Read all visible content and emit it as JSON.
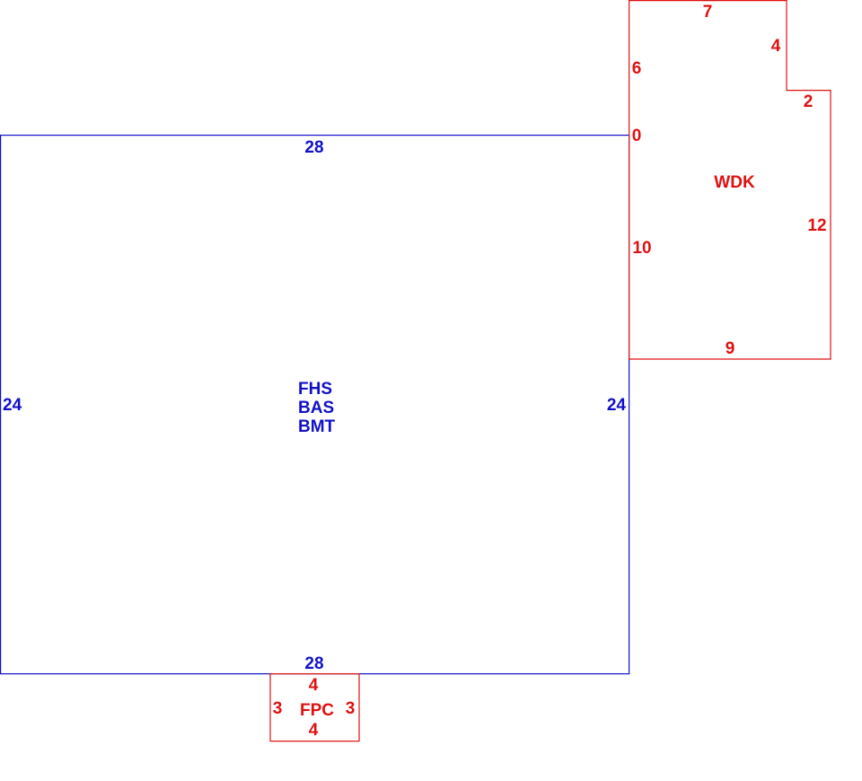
{
  "colors": {
    "main_structure": "#1010c8",
    "additions": "#e01010",
    "background": "#ffffff"
  },
  "main_structure": {
    "area_codes": [
      "FHS",
      "BAS",
      "BMT"
    ],
    "dimensions": {
      "top": "28",
      "bottom": "28",
      "left": "24",
      "right": "24"
    }
  },
  "wood_deck": {
    "code": "WDK",
    "dimensions": {
      "top": "7",
      "upper_left": "6",
      "step_down": "4",
      "step_right": "2",
      "junction": "0",
      "lower_left": "10",
      "right": "12",
      "bottom": "9"
    }
  },
  "front_porch": {
    "code": "FPC",
    "dimensions": {
      "top": "4",
      "bottom": "4",
      "left": "3",
      "right": "3"
    }
  }
}
